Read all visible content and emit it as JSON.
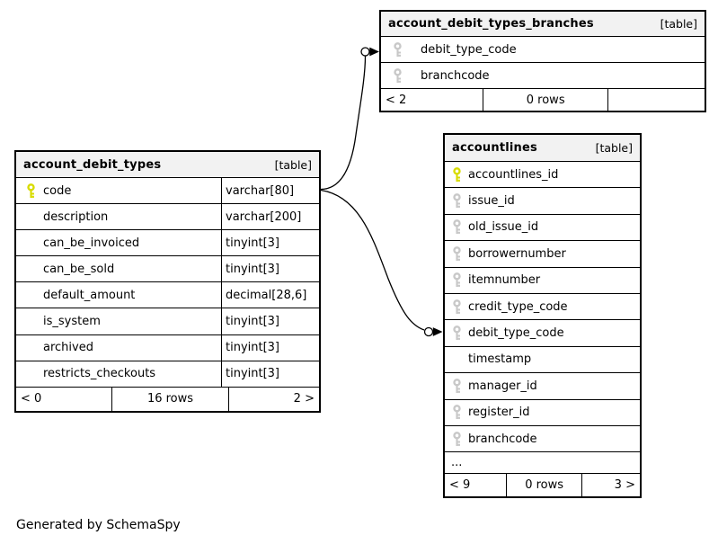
{
  "page": {
    "footer_note": "Generated by SchemaSpy"
  },
  "colors": {
    "pk_key": "#d8dc00",
    "fk_key": "#c8c8c8",
    "header_bg": "#f2f2f2",
    "border": "#000000"
  },
  "tables": [
    {
      "name": "account_debit_types_branches",
      "tag": "[table]",
      "columns": [
        {
          "name": "debit_type_code",
          "key": "fk"
        },
        {
          "name": "branchcode",
          "key": "fk"
        }
      ],
      "footer": {
        "left": "< 2",
        "center": "0 rows",
        "right": ""
      }
    },
    {
      "name": "account_debit_types",
      "tag": "[table]",
      "columns": [
        {
          "name": "code",
          "type": "varchar[80]",
          "key": "pk"
        },
        {
          "name": "description",
          "type": "varchar[200]",
          "key": ""
        },
        {
          "name": "can_be_invoiced",
          "type": "tinyint[3]",
          "key": ""
        },
        {
          "name": "can_be_sold",
          "type": "tinyint[3]",
          "key": ""
        },
        {
          "name": "default_amount",
          "type": "decimal[28,6]",
          "key": ""
        },
        {
          "name": "is_system",
          "type": "tinyint[3]",
          "key": ""
        },
        {
          "name": "archived",
          "type": "tinyint[3]",
          "key": ""
        },
        {
          "name": "restricts_checkouts",
          "type": "tinyint[3]",
          "key": ""
        }
      ],
      "footer": {
        "left": "< 0",
        "center": "16 rows",
        "right": "2 >"
      }
    },
    {
      "name": "accountlines",
      "tag": "[table]",
      "columns": [
        {
          "name": "accountlines_id",
          "key": "pk"
        },
        {
          "name": "issue_id",
          "key": "fk"
        },
        {
          "name": "old_issue_id",
          "key": "fk"
        },
        {
          "name": "borrowernumber",
          "key": "fk"
        },
        {
          "name": "itemnumber",
          "key": "fk"
        },
        {
          "name": "credit_type_code",
          "key": "fk"
        },
        {
          "name": "debit_type_code",
          "key": "fk"
        },
        {
          "name": "timestamp",
          "key": ""
        },
        {
          "name": "manager_id",
          "key": "fk"
        },
        {
          "name": "register_id",
          "key": "fk"
        },
        {
          "name": "branchcode",
          "key": "fk"
        },
        {
          "name": "...",
          "key": "",
          "ellipsis": true
        }
      ],
      "footer": {
        "left": "< 9",
        "center": "0 rows",
        "right": "3 >"
      }
    }
  ],
  "relationships": [
    {
      "from": "account_debit_types.code",
      "to": "account_debit_types_branches.debit_type_code"
    },
    {
      "from": "account_debit_types.code",
      "to": "accountlines.debit_type_code"
    }
  ]
}
